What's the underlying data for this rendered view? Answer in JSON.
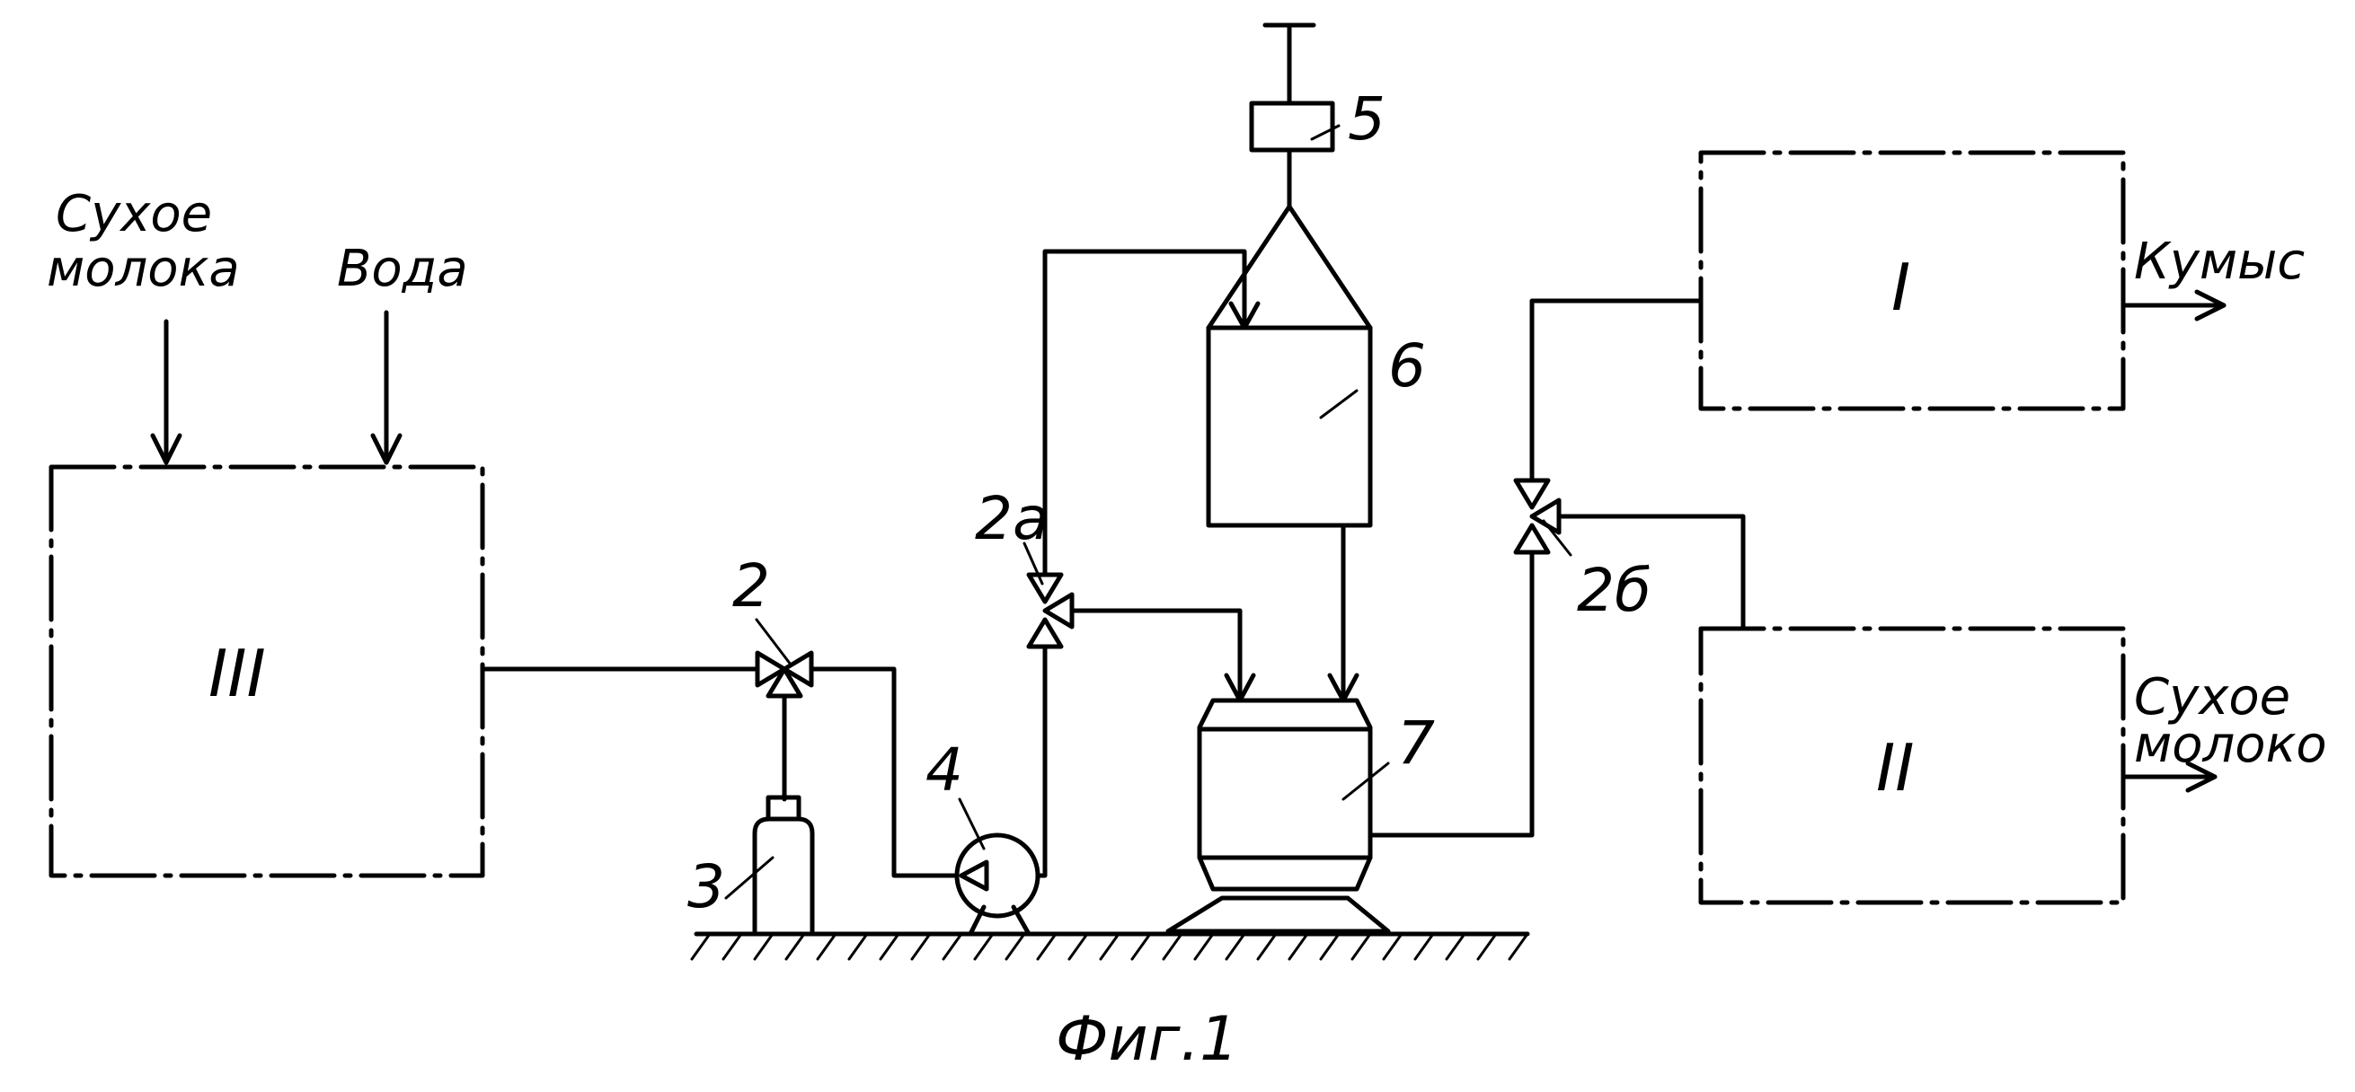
{
  "inputs": {
    "dry_milk_line1": "Сухое",
    "dry_milk_line2": "молока",
    "water": "Вода"
  },
  "outputs": {
    "kumys": "Кумыс",
    "dry_milk_line1": "Сухое",
    "dry_milk_line2": "молоко"
  },
  "blocks": {
    "I": "I",
    "II": "II",
    "III": "III"
  },
  "items": {
    "valve_2": "2",
    "valve_2a": "2а",
    "valve_2b": "2б",
    "cylinder_3": "3",
    "pump_4": "4",
    "unit_5": "5",
    "vessel_6": "6",
    "apparatus_7": "7"
  },
  "caption": "Фиг.1",
  "colors": {
    "ink": "#000000",
    "paper": "#ffffff"
  }
}
